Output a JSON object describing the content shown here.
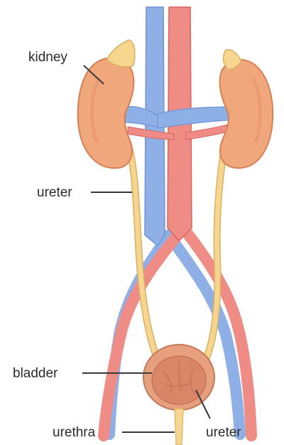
{
  "labels": {
    "kidney": "kidney",
    "ureter_left": "ureter",
    "bladder": "bladder",
    "urethra": "urethra",
    "ureter_bottom": "ureter"
  },
  "colors": {
    "kidney": "#f0a77c",
    "kidney_edge": "#d87e54",
    "adrenal": "#f6d58e",
    "vein": "#8fb0e6",
    "vein_edge": "#6f92d2",
    "artery": "#ef8c86",
    "artery_edge": "#d8635d",
    "ureter": "#f5d590",
    "ureter_edge": "#d9b060",
    "bladder": "#e6a07e",
    "bladder_inner": "#d98568"
  }
}
